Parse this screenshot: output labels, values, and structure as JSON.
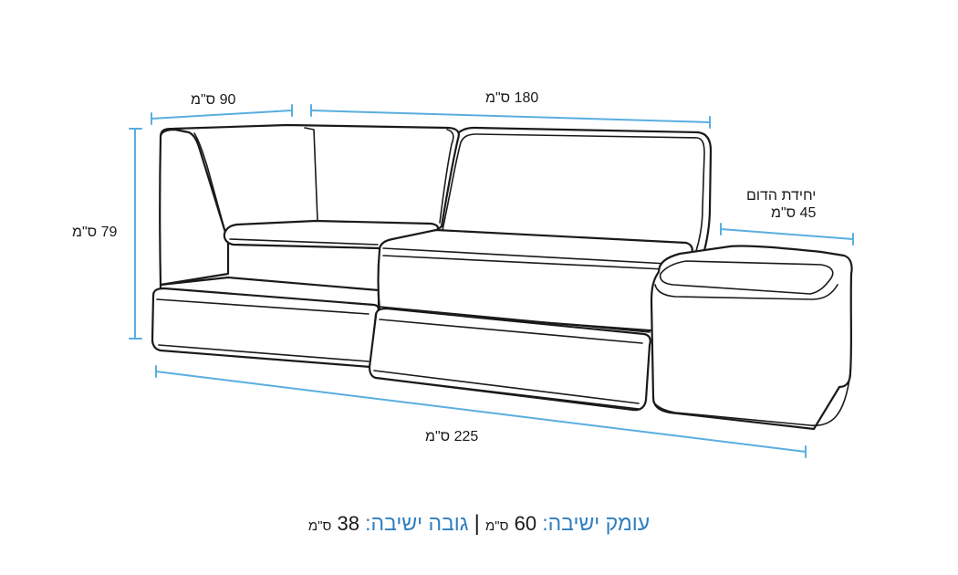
{
  "dimensions": {
    "corner_width": "90 ס\"מ",
    "seat_width": "180 ס\"מ",
    "height": "79 ס\"מ",
    "total_width": "225 ס\"מ",
    "ottoman_title": "יחידת הדום",
    "ottoman_size": "45 ס\"מ"
  },
  "footer": {
    "depth_label": "עומק ישיבה:",
    "depth_value": "60",
    "depth_unit": "ס\"מ",
    "separator": "|",
    "height_label": "גובה ישיבה:",
    "height_value": "38",
    "height_unit": "ס\"מ"
  },
  "colors": {
    "dimension_lines": "#5aaee0",
    "footer_labels": "#2f7fc0",
    "outline": "#1a1a1a"
  }
}
